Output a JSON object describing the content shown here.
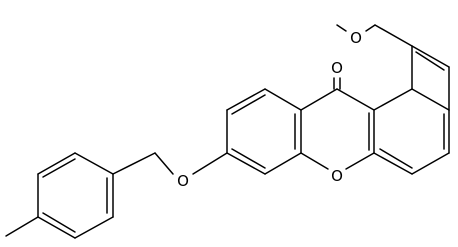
{
  "molecule": {
    "atom_labels": {
      "carbonyl_oxygen": "O",
      "methoxy_oxygen": "O",
      "ether_oxygen": "O",
      "ring_oxygen": "O"
    }
  },
  "colors": {
    "bond": "#000000",
    "background": "#ffffff"
  }
}
